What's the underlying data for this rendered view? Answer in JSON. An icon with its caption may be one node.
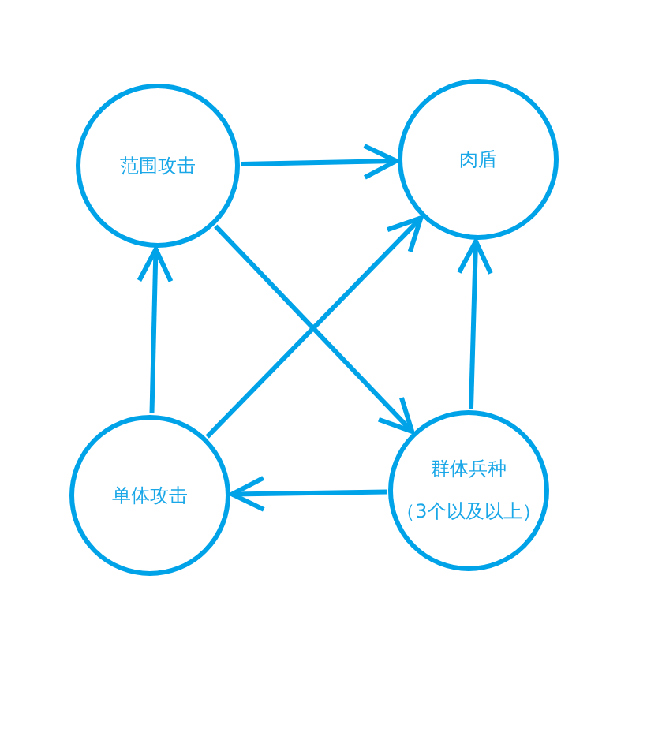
{
  "diagram": {
    "nodes": [
      {
        "text": [
          "范围攻击"
        ]
      },
      {
        "text": [
          "肉盾"
        ]
      },
      {
        "text": [
          "单体攻击"
        ]
      },
      {
        "text": [
          "群体兵种",
          "（3个以及以上）"
        ]
      }
    ],
    "edges": [
      {
        "from": 0,
        "to": 1,
        "arrow": "to"
      },
      {
        "from": 0,
        "to": 3,
        "arrow": "to"
      },
      {
        "from": 2,
        "to": 0,
        "arrow": "to"
      },
      {
        "from": 2,
        "to": 1,
        "arrow": "to"
      },
      {
        "from": 3,
        "to": 1,
        "arrow": "to"
      },
      {
        "from": 3,
        "to": 2,
        "arrow": "to"
      }
    ]
  }
}
